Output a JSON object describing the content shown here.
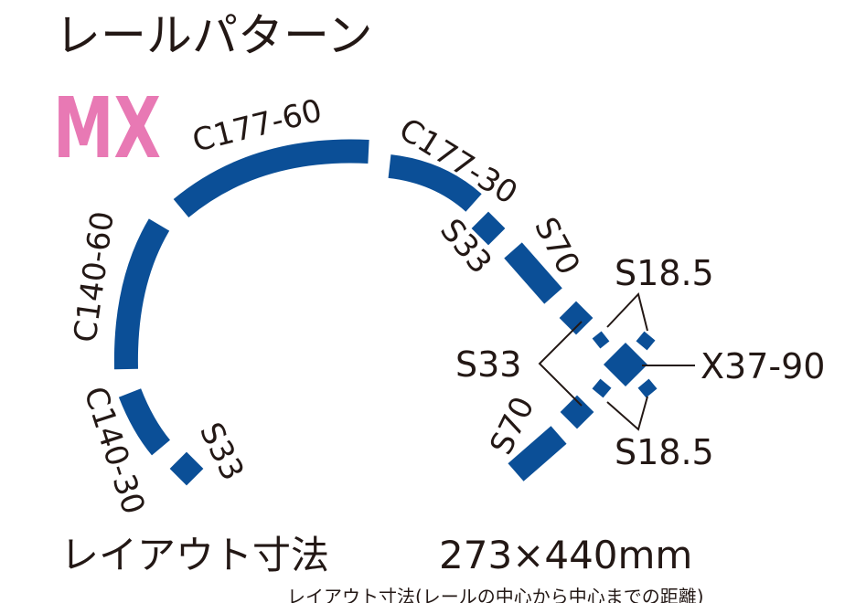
{
  "title": "レールパターン",
  "pattern_name": "MX",
  "colors": {
    "track": "#0b4f97",
    "pattern_name": "#e879b4",
    "text": "#231815",
    "background": "#ffffff"
  },
  "track_labels": {
    "c177_60": "C177-60",
    "c177_30": "C177-30",
    "c140_60": "C140-60",
    "c140_30": "C140-30",
    "s33_upper": "S33",
    "s70_upper": "S70",
    "s18_5_upper": "S18.5",
    "s33_branch": "S33",
    "x37_90": "X37-90",
    "s70_lower": "S70",
    "s18_5_lower": "S18.5",
    "s33_left": "S33"
  },
  "dimensions": {
    "label": "レイアウト寸法",
    "value": "273×440mm",
    "note": "レイアウト寸法(レールの中心から中心までの距離)"
  }
}
